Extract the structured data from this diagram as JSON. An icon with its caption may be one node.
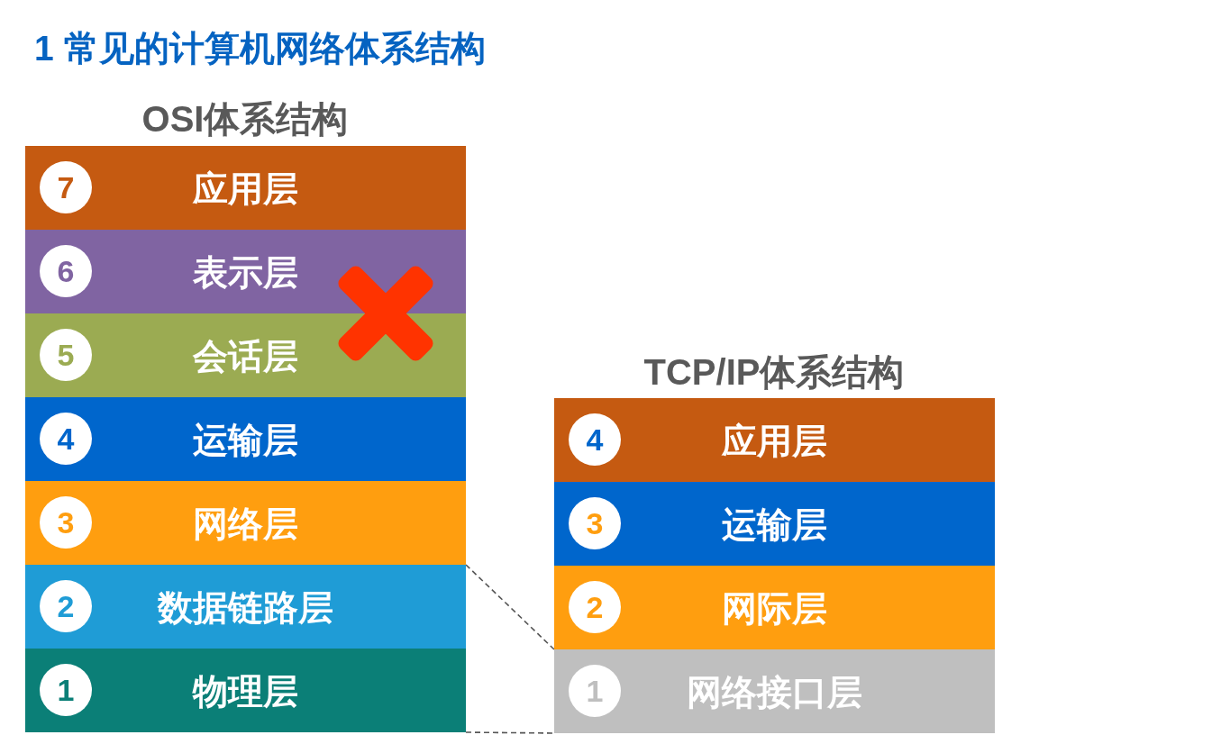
{
  "diagram": {
    "title": "1 常见的计算机网络体系结构",
    "nodes": [
      {
        "text": [
          "应用层"
        ]
      },
      {
        "text": [
          "7"
        ],
        "in": 0
      },
      {
        "text": [
          "表示层"
        ]
      },
      {
        "text": [
          "6"
        ],
        "in": 2
      },
      {
        "text": [
          "会话层"
        ]
      },
      {
        "text": [
          "5"
        ],
        "in": 4
      },
      {
        "text": [
          "运输层"
        ]
      },
      {
        "text": [
          "4"
        ],
        "in": 6
      },
      {
        "text": [
          "网络层"
        ]
      },
      {
        "text": [
          "3"
        ],
        "in": 8
      },
      {
        "text": [
          "数据链路层"
        ]
      },
      {
        "text": [
          "2"
        ],
        "in": 10
      },
      {
        "text": [
          "物理层"
        ]
      },
      {
        "text": [
          "1"
        ],
        "in": 12
      },
      {
        "text": [
          "应用层"
        ]
      },
      {
        "text": [
          "4"
        ],
        "in": 14
      },
      {
        "text": [
          "运输层"
        ]
      },
      {
        "text": [
          "3"
        ],
        "in": 16
      },
      {
        "text": [
          "网际层"
        ]
      },
      {
        "text": [
          "2"
        ],
        "in": 18
      },
      {
        "text": [
          "网络接口层"
        ]
      },
      {
        "text": [
          "1"
        ],
        "in": 20
      }
    ],
    "edges": [
      {
        "from": 10,
        "to": 20,
        "arrow": "none",
        "style": "dashed"
      },
      {
        "from": 12,
        "to": 20,
        "arrow": "none",
        "style": "dashed"
      }
    ],
    "labels": [
      "OSI体系结构",
      "TCP/IP体系结构"
    ]
  }
}
